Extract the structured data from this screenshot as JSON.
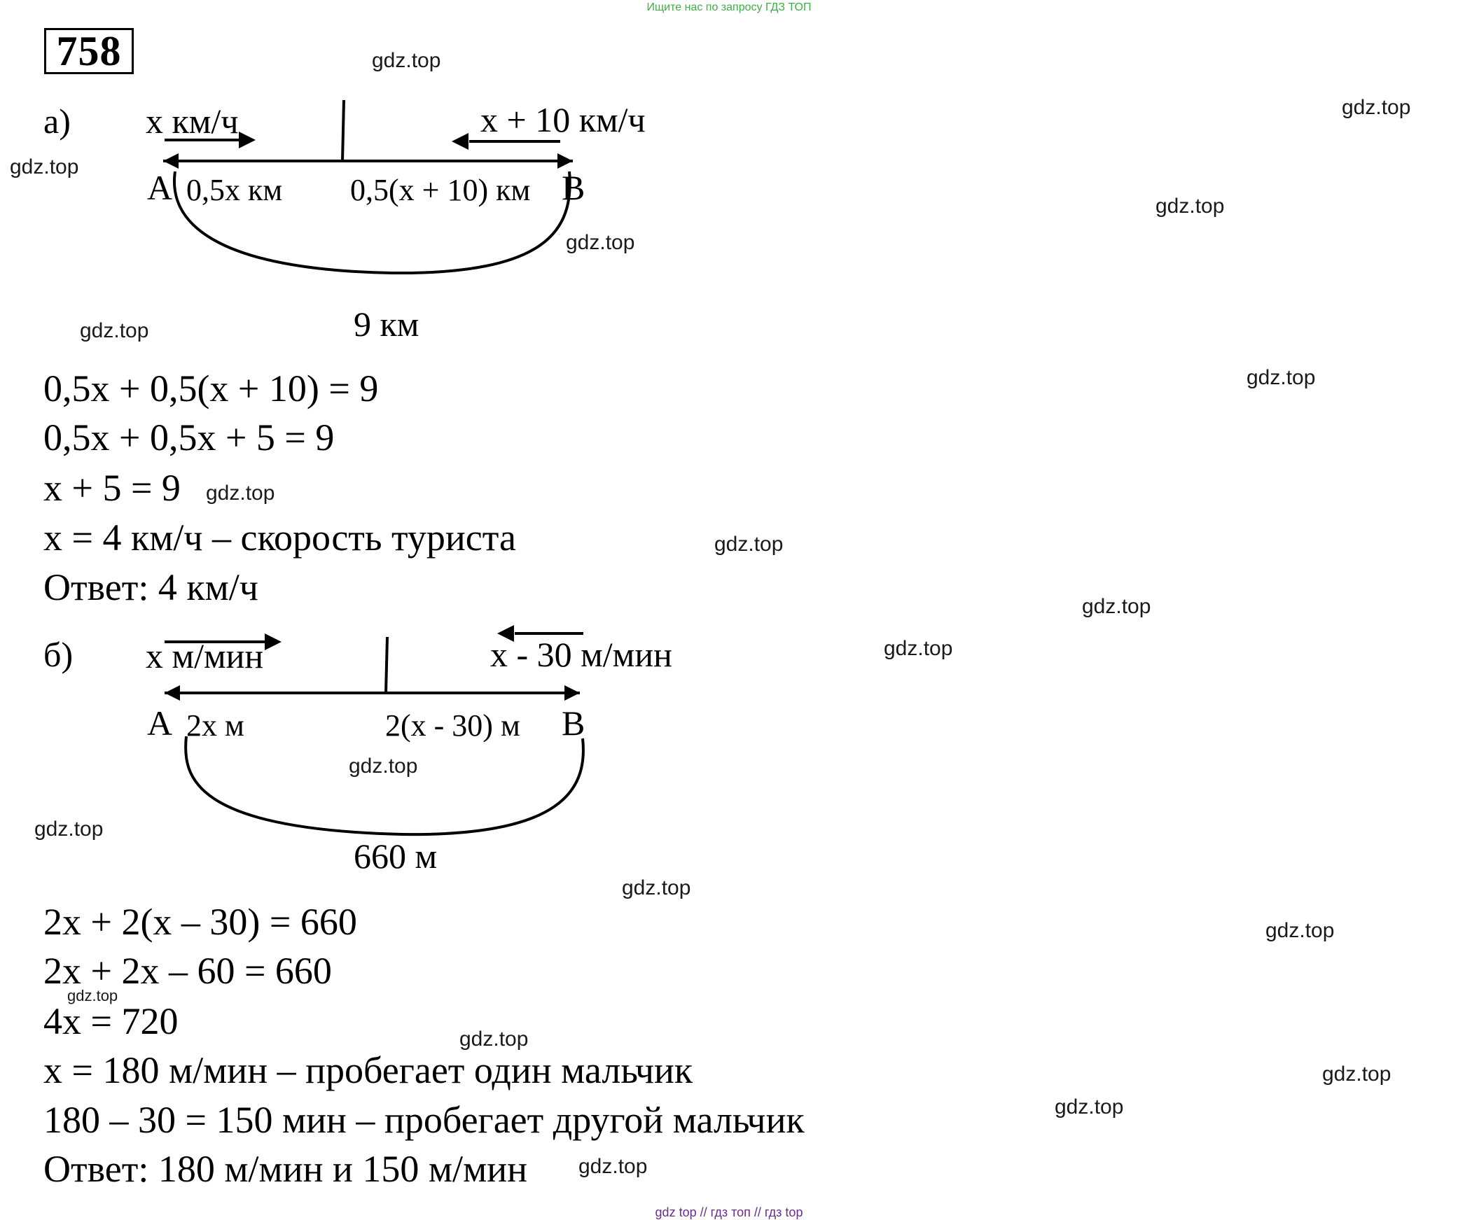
{
  "banner": "Ищите нас по запросу ГДЗ ТОП",
  "problem_number": "758",
  "watermark": "gdz.top",
  "part_a": {
    "label": "а)",
    "speed_left": "x км/ч",
    "speed_right": "x + 10 км/ч",
    "point_a": "A",
    "point_b": "B",
    "dist_left": "0,5x км",
    "dist_right": "0,5(x + 10) км",
    "total": "9 км",
    "equations": [
      "0,5x + 0,5(x + 10) = 9",
      "0,5x + 0,5x + 5 = 9",
      "x + 5 = 9",
      "x = 4 км/ч – скорость туриста",
      "Ответ: 4 км/ч"
    ]
  },
  "part_b": {
    "label": "б)",
    "speed_left": "x м/мин",
    "speed_right": "x - 30 м/мин",
    "point_a": "A",
    "point_b": "B",
    "dist_left": "2x м",
    "dist_right": "2(x - 30) м",
    "total": "660 м",
    "equations": [
      "2x + 2(x – 30) = 660",
      "2x + 2x – 60 = 660",
      "4x = 720",
      "x = 180 м/мин – пробегает один мальчик",
      "180 – 30 = 150 мин – пробегает другой мальчик",
      "Ответ: 180 м/мин и 150 м/мин"
    ]
  },
  "footer": "gdz top  //  гдз топ  //  гдз top"
}
